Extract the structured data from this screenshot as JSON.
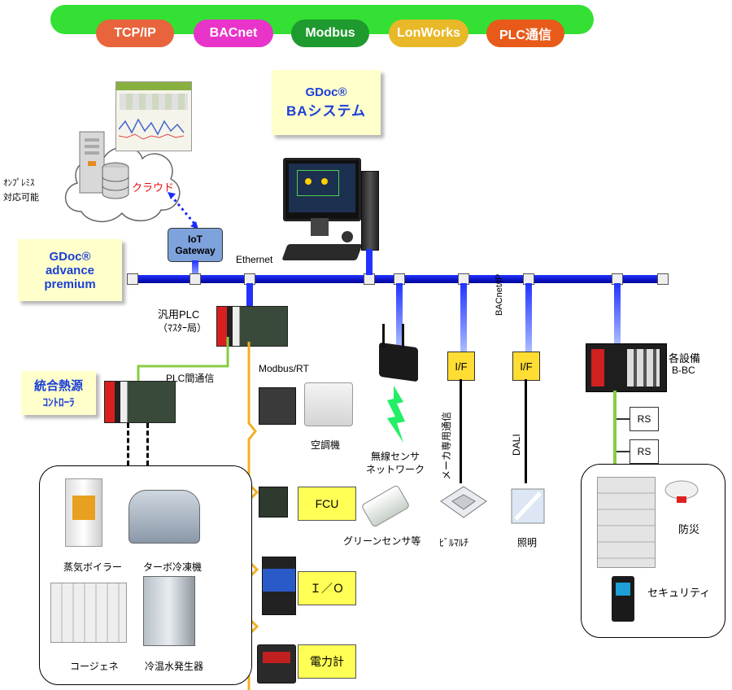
{
  "protocols": {
    "tcpip": {
      "label": "TCP/IP",
      "color": "#e8643c"
    },
    "bacnet": {
      "label": "BACnet",
      "color": "#e834c8"
    },
    "modbus": {
      "label": "Modbus",
      "color": "#1e9a2e"
    },
    "lonworks": {
      "label": "LonWorks",
      "color": "#e8b828"
    },
    "plc": {
      "label": "PLC通信",
      "color": "#e85a1a"
    }
  },
  "ba_system": {
    "line1": "GDoc®",
    "line2": "BAシステム"
  },
  "gdoc_advance": {
    "line1": "GDoc®",
    "line2": "advance",
    "line3": "premium"
  },
  "cloud": {
    "label": "クラウド",
    "on_prem_line1": "ｵﾝﾌﾟﾚﾐｽ",
    "on_prem_line2": "対応可能"
  },
  "iot_gateway": {
    "line1": "IoT",
    "line2": "Gateway"
  },
  "network": {
    "ethernet": "Ethernet",
    "bacnet_ip": "BACnet/IP"
  },
  "plc": {
    "master_line1": "汎用PLC",
    "master_line2": "（ﾏｽﾀｰ局）",
    "link_label": "PLC間通信",
    "modbus_rt": "Modbus/RT"
  },
  "heat_controller": {
    "line1": "統合熱源",
    "line2": "ｺﾝﾄﾛｰﾗ"
  },
  "heat_equipment": {
    "steam_boiler": "蒸気ボイラー",
    "turbo_chiller": "ターボ冷凍機",
    "cogeneration": "コージェネ",
    "absorption_chiller": "冷温水発生器"
  },
  "field_devices": {
    "air_conditioner": "空調機",
    "fcu": "FCU",
    "io": "Ｉ／Ｏ",
    "power_meter": "電力計"
  },
  "wireless": {
    "line1": "無線センサ",
    "line2": "ネットワーク",
    "green_sensor": "グリーンセンサ等"
  },
  "maker": {
    "if_label": "I/F",
    "comm": "メーカ専用通信",
    "building_multi": "ﾋﾞﾙﾏﾙﾁ"
  },
  "lighting": {
    "if_label": "I/F",
    "dali": "DALI",
    "label": "照明"
  },
  "facilities": {
    "line1": "各設備",
    "line2": "B-BC",
    "rs1": "RS",
    "rs2": "RS",
    "fire": "防災",
    "security": "セキュリティ"
  },
  "colors": {
    "network_blue": "#1a2bff",
    "plc_link_green": "#88cc44",
    "modbus_orange": "#f0b020",
    "if_yellow": "#ffdd33",
    "box_yellow": "#ffff55",
    "bolt_green": "#22ee66"
  }
}
